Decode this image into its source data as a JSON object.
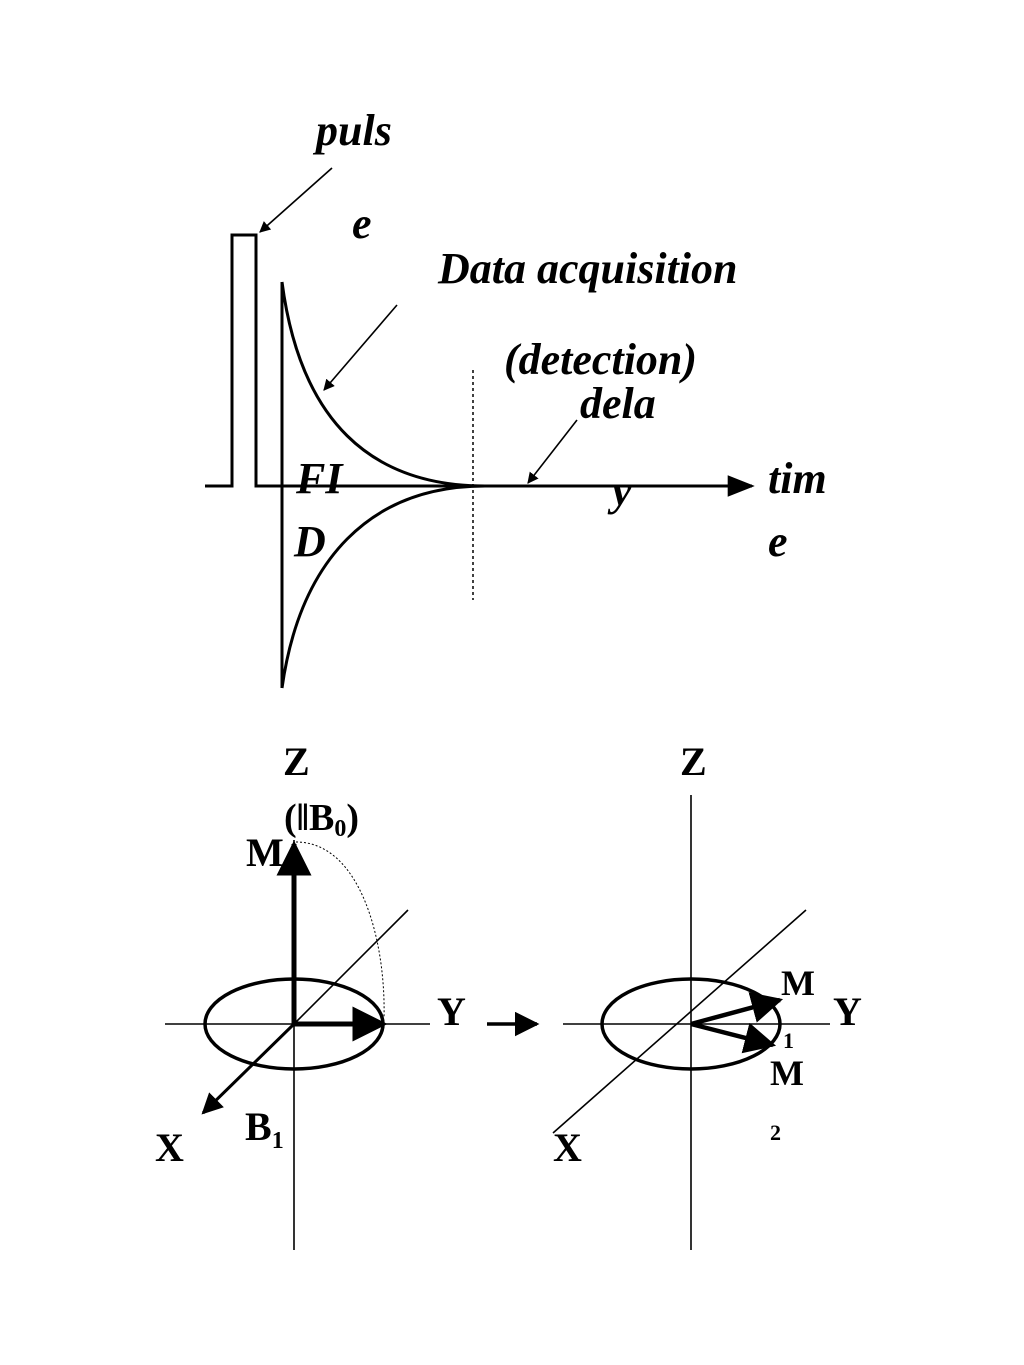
{
  "fid_diagram": {
    "pulse_label_1": "puls",
    "pulse_label_2": "e",
    "acq_label_1": "Data acquisition",
    "acq_label_2": "(detection)",
    "delay_label_1": "dela",
    "delay_label_2": "y",
    "fid_label_1": "FI",
    "fid_label_2": "D",
    "time_label_1": "tim",
    "time_label_2": "e"
  },
  "vector_left": {
    "z_label": "Z",
    "z_paren_open": "(‖B",
    "z_sub": "0",
    "z_paren_close": ")",
    "m_label": "M",
    "y_label": "Y",
    "x_label": "X",
    "b1_label": "B",
    "b1_sub": "1"
  },
  "vector_right": {
    "z_label": "Z",
    "y_label": "Y",
    "x_label": "X",
    "m1_label": "M",
    "m1_sub": "1",
    "m2_label": "M",
    "m2_sub": "2"
  },
  "colors": {
    "ink": "#000000",
    "background": "#ffffff"
  }
}
